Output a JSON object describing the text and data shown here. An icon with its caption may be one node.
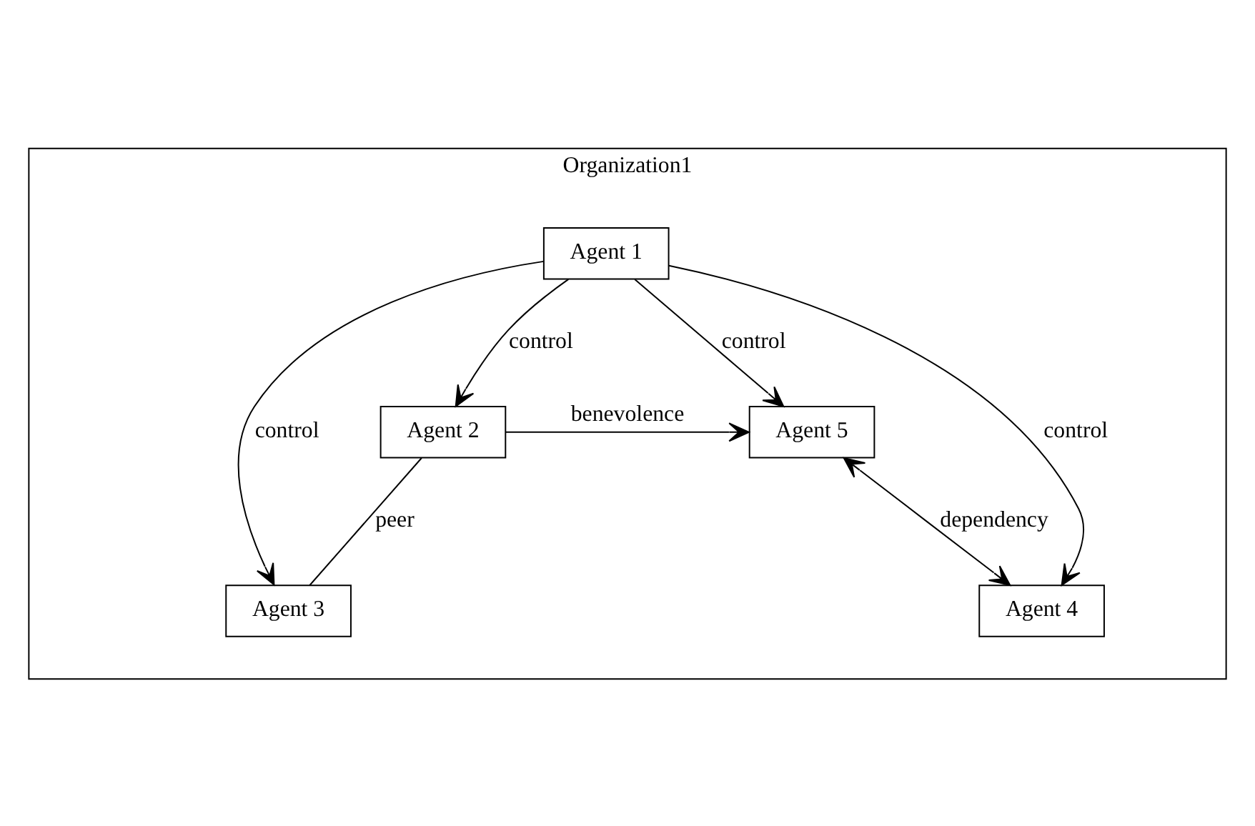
{
  "diagram": {
    "nodes": [
      {
        "text": [
          "Organization1"
        ]
      },
      {
        "text": [
          "Agent 1"
        ],
        "in": 0
      },
      {
        "text": [
          "Agent 2"
        ],
        "in": 0
      },
      {
        "text": [
          "Agent 3"
        ],
        "in": 0
      },
      {
        "text": [
          "Agent 4"
        ],
        "in": 0
      },
      {
        "text": [
          "Agent 5"
        ],
        "in": 0
      }
    ],
    "edges": [
      {
        "from": 1,
        "to": 2,
        "arrow": "to",
        "label": "control"
      },
      {
        "from": 1,
        "to": 3,
        "arrow": "to",
        "label": "control"
      },
      {
        "from": 1,
        "to": 4,
        "arrow": "to",
        "label": "control"
      },
      {
        "from": 1,
        "to": 5,
        "arrow": "to",
        "label": "control"
      },
      {
        "from": 2,
        "to": 5,
        "arrow": "to",
        "label": "benevolence"
      },
      {
        "from": 2,
        "to": 3,
        "arrow": "none",
        "label": "peer"
      },
      {
        "from": 5,
        "to": 4,
        "arrow": "both",
        "label": "dependency"
      }
    ]
  }
}
